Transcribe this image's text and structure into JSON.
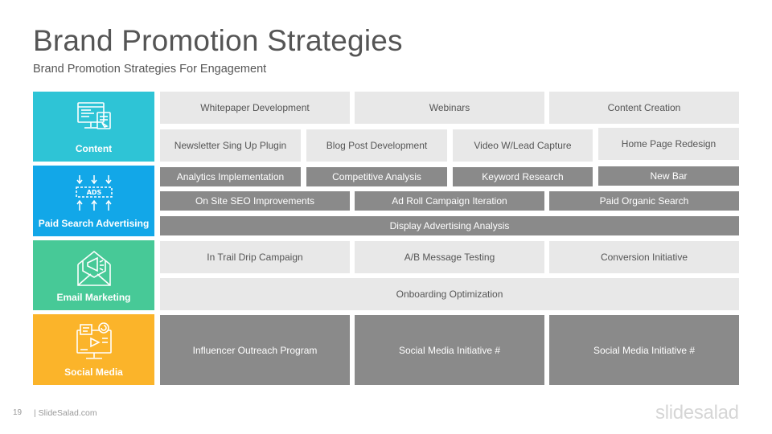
{
  "header": {
    "title": "Brand Promotion Strategies",
    "subtitle": "Brand Promotion Strategies For Engagement"
  },
  "colors": {
    "content": "#2ec4d6",
    "paid_search": "#12a7e8",
    "email": "#47c997",
    "social": "#fbb42a",
    "light_cell": "#e8e8e8",
    "dark_cell": "#8a8a8a"
  },
  "categories": {
    "content": {
      "label": "Content",
      "icon": "computer-monitor-icon"
    },
    "paid_search": {
      "label": "Paid Search Advertising",
      "icon": "ads-icon"
    },
    "email": {
      "label": "Email Marketing",
      "icon": "email-megaphone-icon"
    },
    "social": {
      "label": "Social Media",
      "icon": "social-media-screen-icon"
    }
  },
  "content_rows": {
    "row1": [
      "Whitepaper Development",
      "Webinars",
      "Content Creation"
    ],
    "row2": [
      "Newsletter Sing Up Plugin",
      "Blog Post Development",
      "Video W/Lead Capture",
      "Home Page Redesign"
    ]
  },
  "paid_search_rows": {
    "row1": [
      "Analytics Implementation",
      "Competitive Analysis",
      "Keyword Research",
      "New Bar"
    ],
    "row2": [
      "On Site SEO Improvements",
      "Ad Roll Campaign Iteration",
      "Paid Organic Search"
    ],
    "row3": [
      "Display Advertising Analysis"
    ]
  },
  "email_rows": {
    "row1": [
      "In Trail Drip Campaign",
      "A/B Message Testing",
      "Conversion Initiative"
    ],
    "row2": [
      "Onboarding Optimization"
    ]
  },
  "social_rows": {
    "row1": [
      "Influencer Outreach Program",
      "Social Media Initiative #",
      "Social Media Initiative #"
    ]
  },
  "footer": {
    "page_number": "19",
    "site": "| SlideSalad.com",
    "logo": "slidesalad"
  }
}
